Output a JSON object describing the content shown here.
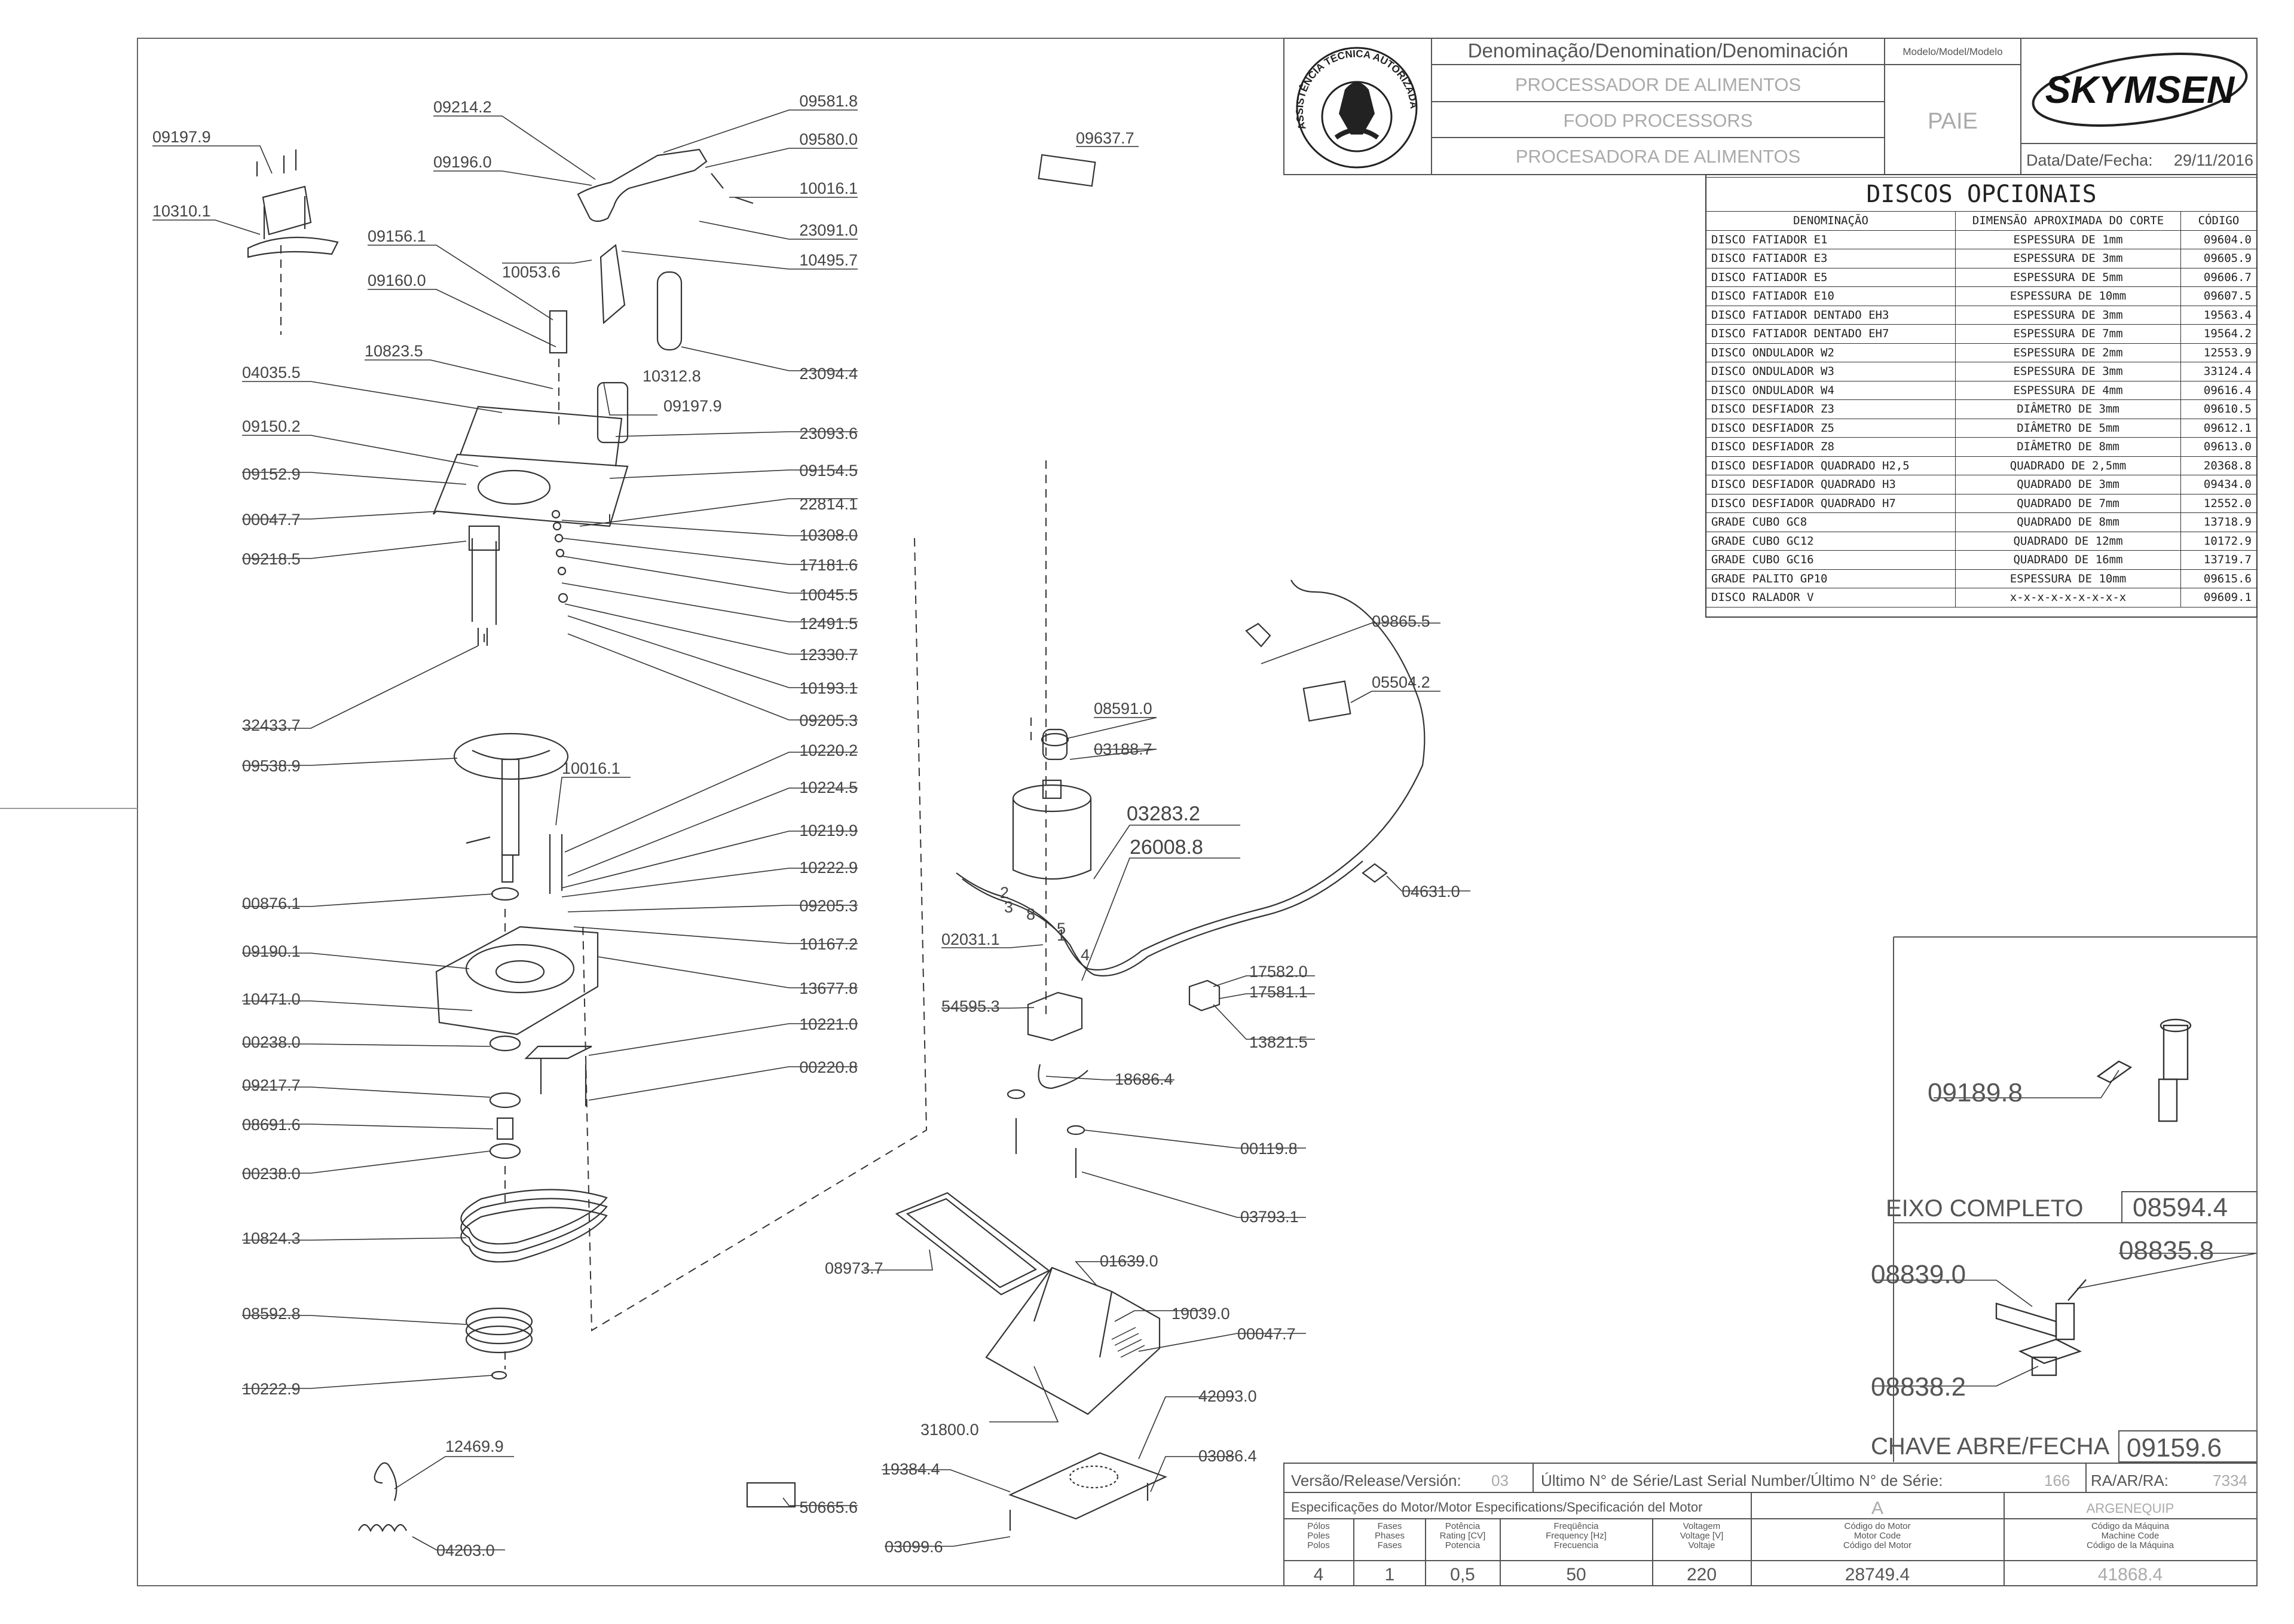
{
  "title_block": {
    "denomination_header": "Denominação/Denomination/Denominación",
    "names": [
      "PROCESSADOR DE ALIMENTOS",
      "FOOD PROCESSORS",
      "PROCESADORA DE ALIMENTOS"
    ],
    "model_header": "Modelo/Model/Modelo",
    "model": "PAIE",
    "brand": "SKYMSEN",
    "date_label": "Data/Date/Fecha:",
    "date": "29/11/2016",
    "seal_text": "ASSISTÊNCIA TÉCNICA AUTORIZADA"
  },
  "optional_discs": {
    "title": "DISCOS OPCIONAIS",
    "headers": [
      "DENOMINAÇÃO",
      "DIMENSÃO APROXIMADA DO CORTE",
      "CÓDIGO"
    ],
    "rows": [
      [
        "DISCO FATIADOR E1",
        "ESPESSURA DE 1mm",
        "09604.0"
      ],
      [
        "DISCO FATIADOR E3",
        "ESPESSURA DE 3mm",
        "09605.9"
      ],
      [
        "DISCO FATIADOR E5",
        "ESPESSURA DE 5mm",
        "09606.7"
      ],
      [
        "DISCO FATIADOR E10",
        "ESPESSURA DE 10mm",
        "09607.5"
      ],
      [
        "DISCO FATIADOR DENTADO EH3",
        "ESPESSURA DE 3mm",
        "19563.4"
      ],
      [
        "DISCO FATIADOR DENTADO EH7",
        "ESPESSURA DE 7mm",
        "19564.2"
      ],
      [
        "DISCO ONDULADOR W2",
        "ESPESSURA DE 2mm",
        "12553.9"
      ],
      [
        "DISCO ONDULADOR W3",
        "ESPESSURA DE 3mm",
        "33124.4"
      ],
      [
        "DISCO ONDULADOR W4",
        "ESPESSURA DE 4mm",
        "09616.4"
      ],
      [
        "DISCO DESFIADOR Z3",
        "DIÂMETRO DE 3mm",
        "09610.5"
      ],
      [
        "DISCO DESFIADOR Z5",
        "DIÂMETRO DE 5mm",
        "09612.1"
      ],
      [
        "DISCO DESFIADOR Z8",
        "DIÂMETRO DE 8mm",
        "09613.0"
      ],
      [
        "DISCO DESFIADOR QUADRADO H2,5",
        "QUADRADO DE 2,5mm",
        "20368.8"
      ],
      [
        "DISCO DESFIADOR QUADRADO H3",
        "QUADRADO DE 3mm",
        "09434.0"
      ],
      [
        "DISCO DESFIADOR QUADRADO H7",
        "QUADRADO DE 7mm",
        "12552.0"
      ],
      [
        "GRADE CUBO GC8",
        "QUADRADO DE 8mm",
        "13718.9"
      ],
      [
        "GRADE CUBO GC12",
        "QUADRADO DE 12mm",
        "10172.9"
      ],
      [
        "GRADE CUBO GC16",
        "QUADRADO DE 16mm",
        "13719.7"
      ],
      [
        "GRADE PALITO GP10",
        "ESPESSURA DE 10mm",
        "09615.6"
      ],
      [
        "DISCO RALADOR V",
        "x-x-x-x-x-x-x-x-x",
        "09609.1"
      ]
    ]
  },
  "part_labels": [
    "09197.9",
    "10310.1",
    "09214.2",
    "09196.0",
    "09581.8",
    "09580.0",
    "10016.1",
    "23091.0",
    "10053.6",
    "10495.7",
    "09156.1",
    "09160.0",
    "10823.5",
    "10312.8",
    "09197.9",
    "23094.4",
    "04035.5",
    "09150.2",
    "23093.6",
    "09152.9",
    "09154.5",
    "00047.7",
    "22814.1",
    "10308.0",
    "09218.5",
    "17181.6",
    "10045.5",
    "12491.5",
    "12330.7",
    "10193.1",
    "32433.7",
    "09205.3",
    "09538.9",
    "10016.1",
    "10220.2",
    "10224.5",
    "10219.9",
    "10222.9",
    "00876.1",
    "09205.3",
    "10167.2",
    "09190.1",
    "13677.8",
    "10471.0",
    "10221.0",
    "00238.0",
    "00220.8",
    "09217.7",
    "08691.6",
    "00238.0",
    "10824.3",
    "08592.8",
    "10222.9",
    "12469.9",
    "04203.0",
    "09637.7",
    "08591.0",
    "03188.7",
    "03283.2",
    "26008.8",
    "02031.1",
    "09865.5",
    "05504.2",
    "04631.0",
    "17582.0",
    "17581.1",
    "54595.3",
    "13821.5",
    "18686.4",
    "00119.8",
    "03793.1",
    "08973.7",
    "01639.0",
    "19039.0",
    "00047.7",
    "31800.0",
    "42093.0",
    "19384.4",
    "03086.4",
    "50665.6",
    "03099.6"
  ],
  "wire_numbers": [
    "2",
    "3",
    "8",
    "1",
    "5",
    "4"
  ],
  "detail_panels": {
    "shaft_part": "09189.8",
    "shaft_label": "EIXO COMPLETO",
    "shaft_code": "08594.4",
    "switch_parts": [
      "08839.0",
      "08835.8",
      "08838.2"
    ],
    "switch_label": "CHAVE ABRE/FECHA",
    "switch_code": "09159.6"
  },
  "bottom_block": {
    "version_label": "Versão/Release/Versión:",
    "version": "03",
    "serial_label": "Último N° de Série/Last Serial Number/Último N° de Série:",
    "serial": "166",
    "ra_label": "RA/AR/RA:",
    "ra": "7334",
    "motor_spec_label": "Especificações do Motor/Motor Especifications/Specificación del Motor",
    "motor_spec_value": "A",
    "manufacturer": "ARGENEQUIP",
    "columns": [
      {
        "header": "Pólos\nPoles\nPolos",
        "value": "4"
      },
      {
        "header": "Fases\nPhases\nFases",
        "value": "1"
      },
      {
        "header": "Potência\nRating [CV]\nPotencia",
        "value": "0,5"
      },
      {
        "header": "Freqüência\nFrequency [Hz]\nFrecuencia",
        "value": "50"
      },
      {
        "header": "Voltagem\nVoltage [V]\nVoltaje",
        "value": "220"
      },
      {
        "header": "Código do Motor\nMotor Code\nCódigo del Motor",
        "value": "28749.4"
      },
      {
        "header": "Código da Máquina\nMachine Code\nCódigo de la Máquina",
        "value": "41868.4"
      }
    ]
  },
  "colors": {
    "line": "#333333",
    "label": "#444444",
    "faint": "#999999"
  }
}
